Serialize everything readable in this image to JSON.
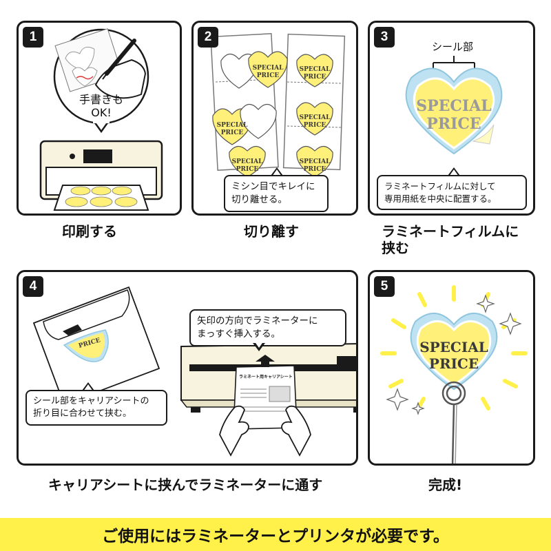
{
  "steps": [
    {
      "number": "1",
      "caption": "印刷する",
      "bubble_lines": [
        "手書きも",
        "OK!"
      ]
    },
    {
      "number": "2",
      "caption": "切り離す",
      "bubble_lines": [
        "ミシン目でキレイに",
        "切り離せる。"
      ]
    },
    {
      "number": "3",
      "caption_lines": [
        "ラミネートフィルムに",
        "挟む"
      ],
      "label": "シール部",
      "bubble_lines": [
        "ラミネートフィルムに対して",
        "専用用紙を中央に配置する。"
      ]
    },
    {
      "number": "4",
      "caption": "キャリアシートに挟んでラミネーターに通す",
      "bubble_right_lines": [
        "矢印の方向でラミネーターに",
        "まっすぐ挿入する。"
      ],
      "bubble_left_lines": [
        "シール部をキャリアシートの",
        "折り目に合わせて挟む。"
      ],
      "sheet_title": "ラミネート用キャリアシート"
    },
    {
      "number": "5",
      "caption": "完成!"
    }
  ],
  "sticker_text_line1": "SPECIAL",
  "sticker_text_line2": "PRICE",
  "banner_text": "ご使用にはラミネーターとプリンタが必要です。",
  "colors": {
    "sticker_yellow": "#fff07a",
    "banner_yellow": "#fff04a",
    "film_blue": "#bfe2f2",
    "printer_cream": "#f7f3df",
    "border": "#1a1a1a"
  }
}
